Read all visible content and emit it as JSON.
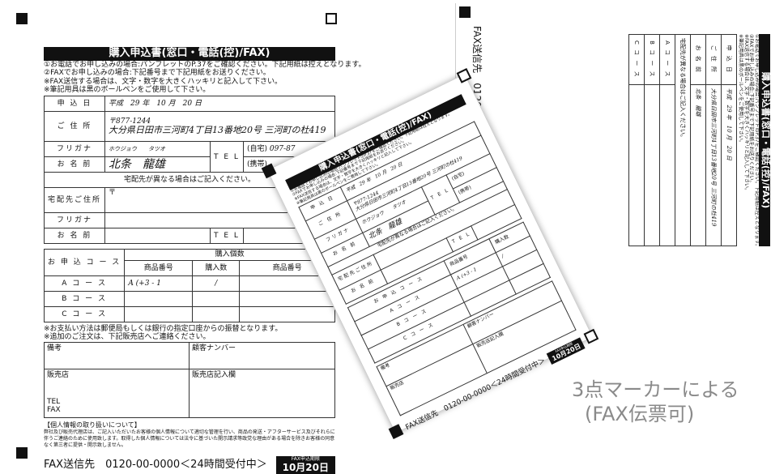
{
  "form": {
    "title": "購入申込書(窓口・電話(控)/FAX)",
    "notes": [
      "①お電話でお申し込みの場合:パンフレットのP.37をご確認ください。下記用紙は控えとなります。",
      "②FAXでお申し込みの場合:下記番号まで下記用紙をお送りください。",
      "※FAX送信する場合は、文字・数字を大きくハッキリと記入して下さい。",
      "※筆記用具は黒のボールペンをご使用して下さい。"
    ],
    "labels": {
      "date": "申 込 日",
      "address": "ご 住 所",
      "furigana": "フリガナ",
      "name": "お 名 前",
      "tel": "T E L",
      "home": "(自宅)",
      "mobile": "(携帯)",
      "delivery_note": "宅配先が異なる場合はご記入ください。",
      "delivery_address": "宅配先ご住所",
      "course": "お 申 込 コ ー ス",
      "qty_header": "購入個数",
      "product_no": "商品番号",
      "qty": "購入数",
      "course_a": "A コ ー ス",
      "course_b": "B コ ー ス",
      "course_c": "C コ ー ス"
    },
    "values": {
      "date": "平成　29 年　10 月　20 日",
      "postal_mark": "〒",
      "postal": "〒877-1244",
      "address": "大分県日田市三河町4丁目13番地20号 三河町の杜419",
      "furigana": "ホウジョウ　　タツオ",
      "name": "北条　龍雄",
      "home_tel": "097-87"
    },
    "payment_notes": [
      "※お支払い方法は郵便局もしくは銀行の指定口座からの振替となります。",
      "※追加のご注文は、下記販売店へご連絡ください。"
    ],
    "boxes": {
      "remarks": "備考",
      "customer_no": "顧客ナンバー",
      "shop": "販売店",
      "shop_entry": "販売店記入欄",
      "tel": "TEL",
      "fax": "FAX"
    },
    "privacy_title": "【個人情報の取り扱いについて】",
    "privacy_text": "弊社及び販売代理店は、ご記入いただいたお客様の個人情報について適切な管理を行い、商品の発送・アフターサービス及びそれらに伴うご連絡のために使用致します。取得した個人情報については法令に基づいた開示請求等政党な理由がある場合を除きお客様の同意なく第三者に提供・開示致しません。",
    "fax_line": "FAX送信先　0120-00-0000＜24時間受付中＞",
    "deadline_small": "FAX申込期限",
    "deadline_date": "10月20日"
  },
  "caption": {
    "line1": "3点マーカーによる",
    "line2": "(FAX伝票可)"
  }
}
